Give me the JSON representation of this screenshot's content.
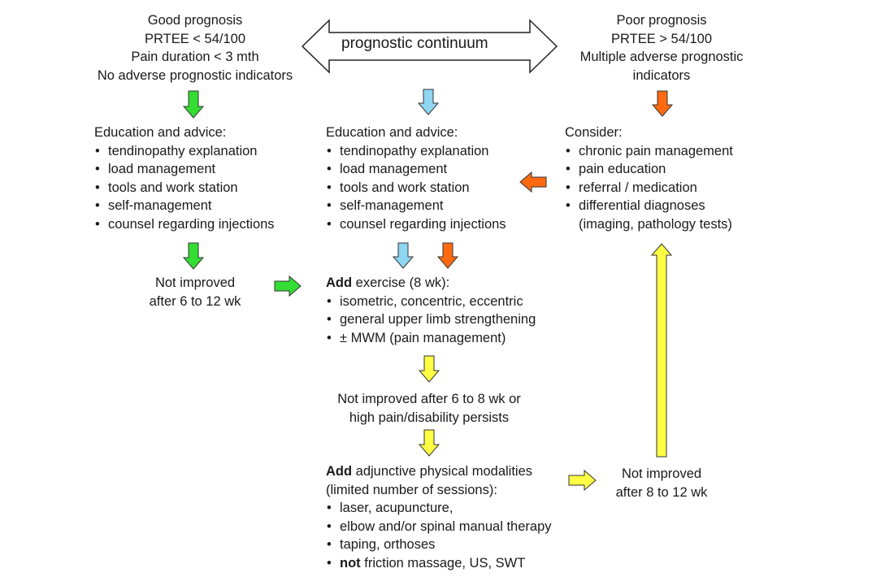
{
  "continuum_label": "prognostic continuum",
  "colors": {
    "green": "#33dd33",
    "blue": "#8fd6f0",
    "orange": "#ff6a10",
    "yellow": "#ffff44"
  },
  "good": {
    "lines": [
      "Good prognosis",
      "PRTEE < 54/100",
      "Pain duration < 3 mth",
      "No adverse prognostic indicators"
    ]
  },
  "poor": {
    "lines": [
      "Poor prognosis",
      "PRTEE > 54/100",
      "Multiple adverse prognostic",
      "indicators"
    ]
  },
  "left_edu": {
    "title": "Education and advice:",
    "items": [
      "tendinopathy explanation",
      "load management",
      "tools and work station",
      "self-management",
      "counsel regarding injections"
    ]
  },
  "mid_edu": {
    "title": "Education and advice:",
    "items": [
      "tendinopathy explanation",
      "load management",
      "tools and work station",
      "self-management",
      "counsel regarding injections"
    ]
  },
  "consider": {
    "title": "Consider:",
    "items": [
      "chronic pain management",
      "pain education",
      "referral / medication",
      "differential diagnoses"
    ],
    "extra": "(imaging, pathology tests)"
  },
  "left_not_improved": [
    "Not improved",
    "after 6 to 12 wk"
  ],
  "exercise": {
    "bold": "Add",
    "title": " exercise (8 wk):",
    "items": [
      "isometric, concentric, eccentric",
      "general upper limb strengthening",
      "± MWM (pain management)"
    ]
  },
  "mid_not_improved": [
    "Not improved after 6 to 8 wk or",
    "high pain/disability persists"
  ],
  "adjunct": {
    "bold": "Add",
    "title": " adjunctive physical modalities",
    "subtitle": "(limited number of sessions):",
    "items": [
      "laser, acupuncture,",
      "elbow and/or spinal manual therapy",
      "taping, orthoses"
    ],
    "last_bold": "not",
    "last_rest": " friction massage, US, SWT"
  },
  "right_not_improved": [
    "Not improved",
    "after 8 to 12 wk"
  ]
}
